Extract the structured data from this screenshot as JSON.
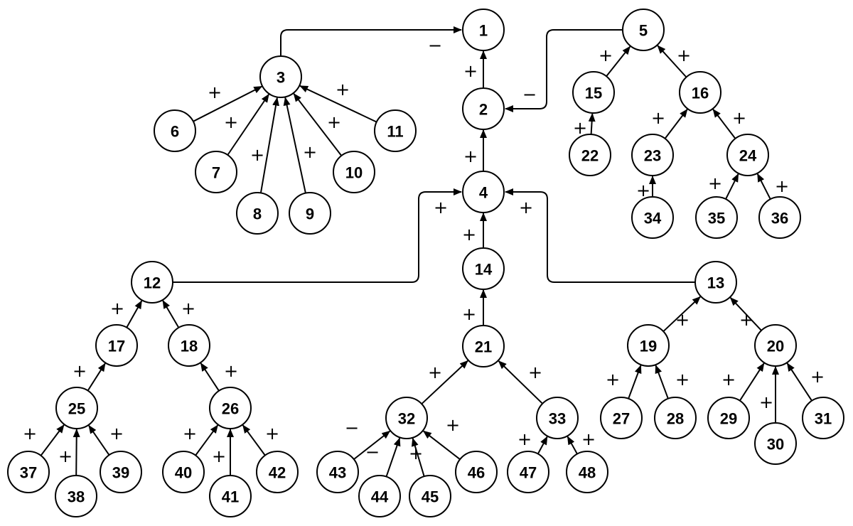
{
  "diagram": {
    "nodes": [
      "1",
      "2",
      "3",
      "4",
      "5",
      "6",
      "7",
      "8",
      "9",
      "10",
      "11",
      "12",
      "13",
      "14",
      "15",
      "16",
      "17",
      "18",
      "19",
      "20",
      "21",
      "22",
      "23",
      "24",
      "25",
      "26",
      "27",
      "28",
      "29",
      "30",
      "31",
      "32",
      "33",
      "34",
      "35",
      "36",
      "37",
      "38",
      "39",
      "40",
      "41",
      "42",
      "43",
      "44",
      "45",
      "46",
      "47",
      "48"
    ],
    "edges": [
      {
        "from": "3",
        "to": "1",
        "sign": "−"
      },
      {
        "from": "2",
        "to": "1",
        "sign": "+"
      },
      {
        "from": "5",
        "to": "2",
        "sign": "−"
      },
      {
        "from": "4",
        "to": "2",
        "sign": "+"
      },
      {
        "from": "6",
        "to": "3",
        "sign": "+"
      },
      {
        "from": "7",
        "to": "3",
        "sign": "+"
      },
      {
        "from": "8",
        "to": "3",
        "sign": "+"
      },
      {
        "from": "9",
        "to": "3",
        "sign": "+"
      },
      {
        "from": "10",
        "to": "3",
        "sign": "+"
      },
      {
        "from": "11",
        "to": "3",
        "sign": "+"
      },
      {
        "from": "15",
        "to": "5",
        "sign": "+"
      },
      {
        "from": "16",
        "to": "5",
        "sign": "+"
      },
      {
        "from": "22",
        "to": "15",
        "sign": "+"
      },
      {
        "from": "23",
        "to": "16",
        "sign": "+"
      },
      {
        "from": "24",
        "to": "16",
        "sign": "+"
      },
      {
        "from": "34",
        "to": "23",
        "sign": "+"
      },
      {
        "from": "35",
        "to": "24",
        "sign": "+"
      },
      {
        "from": "36",
        "to": "24",
        "sign": "+"
      },
      {
        "from": "12",
        "to": "4",
        "sign": "+"
      },
      {
        "from": "14",
        "to": "4",
        "sign": "+"
      },
      {
        "from": "13",
        "to": "4",
        "sign": "+"
      },
      {
        "from": "21",
        "to": "14",
        "sign": "+"
      },
      {
        "from": "17",
        "to": "12",
        "sign": "+"
      },
      {
        "from": "18",
        "to": "12",
        "sign": "+"
      },
      {
        "from": "25",
        "to": "17",
        "sign": "+"
      },
      {
        "from": "26",
        "to": "18",
        "sign": "+"
      },
      {
        "from": "37",
        "to": "25",
        "sign": "+"
      },
      {
        "from": "38",
        "to": "25",
        "sign": "+"
      },
      {
        "from": "39",
        "to": "25",
        "sign": "+"
      },
      {
        "from": "40",
        "to": "26",
        "sign": "+"
      },
      {
        "from": "41",
        "to": "26",
        "sign": "+"
      },
      {
        "from": "42",
        "to": "26",
        "sign": "+"
      },
      {
        "from": "32",
        "to": "21",
        "sign": "+"
      },
      {
        "from": "33",
        "to": "21",
        "sign": "+"
      },
      {
        "from": "43",
        "to": "32",
        "sign": "−"
      },
      {
        "from": "44",
        "to": "32",
        "sign": "−"
      },
      {
        "from": "45",
        "to": "32",
        "sign": "+"
      },
      {
        "from": "46",
        "to": "32",
        "sign": "+"
      },
      {
        "from": "47",
        "to": "33",
        "sign": "+"
      },
      {
        "from": "48",
        "to": "33",
        "sign": "+"
      },
      {
        "from": "19",
        "to": "13",
        "sign": "+"
      },
      {
        "from": "20",
        "to": "13",
        "sign": "+"
      },
      {
        "from": "27",
        "to": "19",
        "sign": "+"
      },
      {
        "from": "28",
        "to": "19",
        "sign": "+"
      },
      {
        "from": "29",
        "to": "20",
        "sign": "+"
      },
      {
        "from": "30",
        "to": "20",
        "sign": "+"
      },
      {
        "from": "31",
        "to": "20",
        "sign": "+"
      }
    ]
  }
}
